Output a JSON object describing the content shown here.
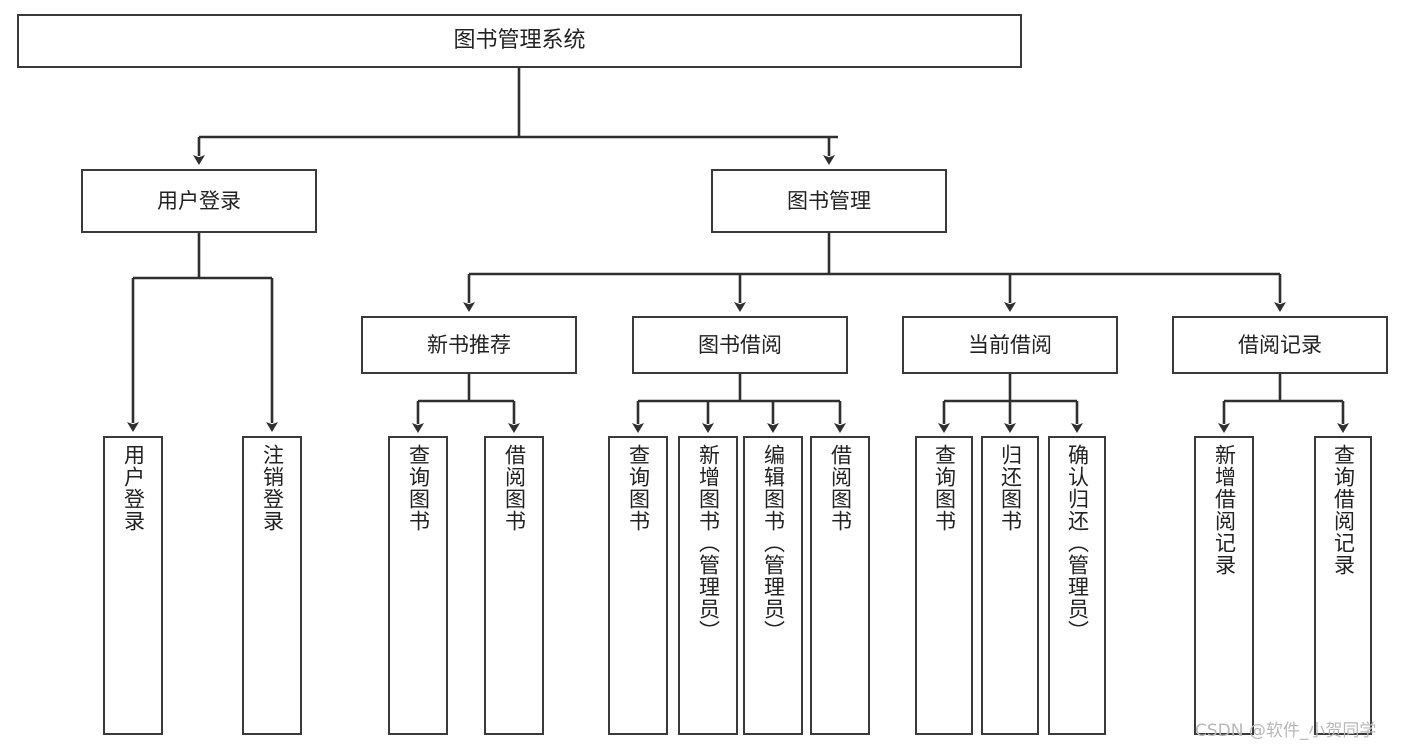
{
  "diagram": {
    "type": "tree",
    "title": "图书管理系统",
    "watermark": "CSDN @软件_小贺同学",
    "colors": {
      "box_border": "#3a3a3a",
      "box_fill": "#ffffff",
      "connector": "#2f2f2f",
      "text": "#222222",
      "watermark": "#b8b8b8",
      "background": "#ffffff"
    },
    "root": {
      "label": "图书管理系统"
    },
    "level2": [
      {
        "label": "用户登录"
      },
      {
        "label": "图书管理"
      }
    ],
    "level3": [
      {
        "label": "新书推荐"
      },
      {
        "label": "图书借阅"
      },
      {
        "label": "当前借阅"
      },
      {
        "label": "借阅记录"
      }
    ],
    "leaves": {
      "user_login": [
        {
          "label": "用户登录"
        },
        {
          "label": "注销登录"
        }
      ],
      "new_book": [
        {
          "label": "查询图书"
        },
        {
          "label": "借阅图书"
        }
      ],
      "book_borrow": [
        {
          "label": "查询图书"
        },
        {
          "label": "新增图书（管理员）"
        },
        {
          "label": "编辑图书（管理员）"
        },
        {
          "label": "借阅图书"
        }
      ],
      "current_borrow": [
        {
          "label": "查询图书"
        },
        {
          "label": "归还图书"
        },
        {
          "label": "确认归还（管理员）"
        }
      ],
      "borrow_record": [
        {
          "label": "新增借阅记录"
        },
        {
          "label": "查询借阅记录"
        }
      ]
    }
  }
}
